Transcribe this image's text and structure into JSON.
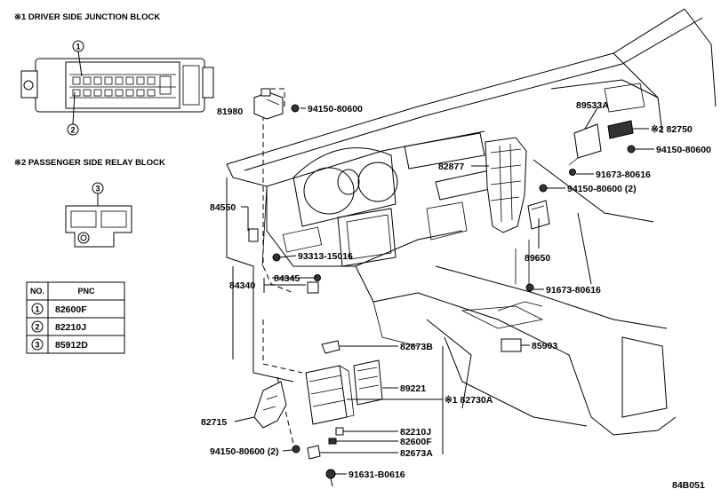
{
  "insets": {
    "driver_block_title": "※1  DRIVER SIDE JUNCTION BLOCK",
    "passenger_block_title": "※2  PASSENGER SIDE RELAY BLOCK",
    "callout_1": "1",
    "callout_2": "2",
    "callout_3": "3"
  },
  "pnc_table": {
    "header_no": "NO.",
    "header_pnc": "PNC",
    "rows": [
      {
        "no": "1",
        "pnc": "82600F"
      },
      {
        "no": "2",
        "pnc": "82210J"
      },
      {
        "no": "3",
        "pnc": "85912D"
      }
    ]
  },
  "labels": {
    "p81980": "81980",
    "p94150_80600_top": "94150-80600",
    "p89533a": "89533A",
    "p82750": "※2 82750",
    "p94150_80600_right": "94150-80600",
    "p82877": "82877",
    "p91673_80616_a": "91673-80616",
    "p94150_80600_2_right": "94150-80600 (2)",
    "p84550": "84550",
    "p93313_15016": "93313-15016",
    "p89650": "89650",
    "p84345": "84345",
    "p84340": "84340",
    "p91673_80616_b": "91673-80616",
    "p85903": "85903",
    "p82673b": "82673B",
    "p89221": "89221",
    "p82730a": "※1 82730A",
    "p82715": "82715",
    "p82210j": "82210J",
    "p82600f": "82600F",
    "p94150_80600_2_left": "94150-80600 (2)",
    "p82673a": "82673A",
    "p91631_b0616": "91631-B0616"
  },
  "diagram_code": "84B051"
}
